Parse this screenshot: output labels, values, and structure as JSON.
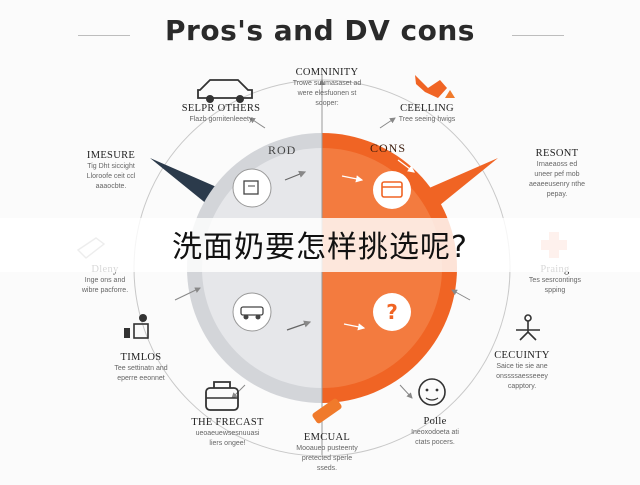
{
  "title": "Pros's and DV cons",
  "overlay_text": "洗面奶要怎样挑选呢?",
  "halves": {
    "pros_label": "ROD",
    "cons_label": "CONS"
  },
  "colors": {
    "pros": "#d3d5d9",
    "cons": "#f06424",
    "dark_arrow": "#2b3a4b",
    "accent_orange": "#f07a2b"
  },
  "labels": [
    {
      "key": "community",
      "title": "COMNINITY",
      "desc": [
        "Trowe suumasaset ad",
        "were elesfuonen st",
        "sooper:"
      ]
    },
    {
      "key": "selp-others",
      "title": "SELPR OTHERS",
      "desc": [
        "Flazb gornitenleeety"
      ]
    },
    {
      "key": "imesure",
      "title": "IMESURE",
      "desc": [
        "Tig Dht siccight",
        "Lloroofe ceit ccl",
        "aaaocbte."
      ]
    },
    {
      "key": "dieny",
      "title": "Dleny",
      "desc": [
        "Inge ons and",
        "wibre pacforre."
      ]
    },
    {
      "key": "timlos",
      "title": "TIMLOS",
      "desc": [
        "Tee settinatn and",
        "eperre eeonnet"
      ]
    },
    {
      "key": "the-frecast",
      "title": "THE FRECAST",
      "desc": [
        "ueoaeuewsesnuuasi",
        "liers ongee!"
      ]
    },
    {
      "key": "emcual",
      "title": "EMCUAL",
      "desc": [
        "Mooaueo pusteenty",
        "pretected sperle",
        "sseds."
      ]
    },
    {
      "key": "polle",
      "title": "Polle",
      "desc": [
        "Ineoxodoeta ati",
        "ctats pocers."
      ]
    },
    {
      "key": "cecuinty",
      "title": "CECUINTY",
      "desc": [
        "Saice tie sie ane",
        "onssssaesseeey",
        "capptory."
      ]
    },
    {
      "key": "praing",
      "title": "Praing",
      "desc": [
        "Tes sesrcontings",
        "spping"
      ]
    },
    {
      "key": "resont",
      "title": "RESONT",
      "desc": [
        "Irnaeaoss ed",
        "uneer pef mob",
        "aeaeeusenry nthe",
        "pepay."
      ]
    },
    {
      "key": "celling",
      "title": "CEELLING",
      "desc": [
        "Tree seeing hwigs"
      ]
    }
  ],
  "icons": [
    "car-icon",
    "tools-icon",
    "cone-icon",
    "chevron-left-icon",
    "chevron-right-icon",
    "presentation-icon",
    "plus-icon",
    "worker-icon",
    "vehicle-icon",
    "battery-icon",
    "person-icon",
    "network-icon",
    "bag-icon",
    "card-icon",
    "question-icon",
    "handshake-icon"
  ]
}
